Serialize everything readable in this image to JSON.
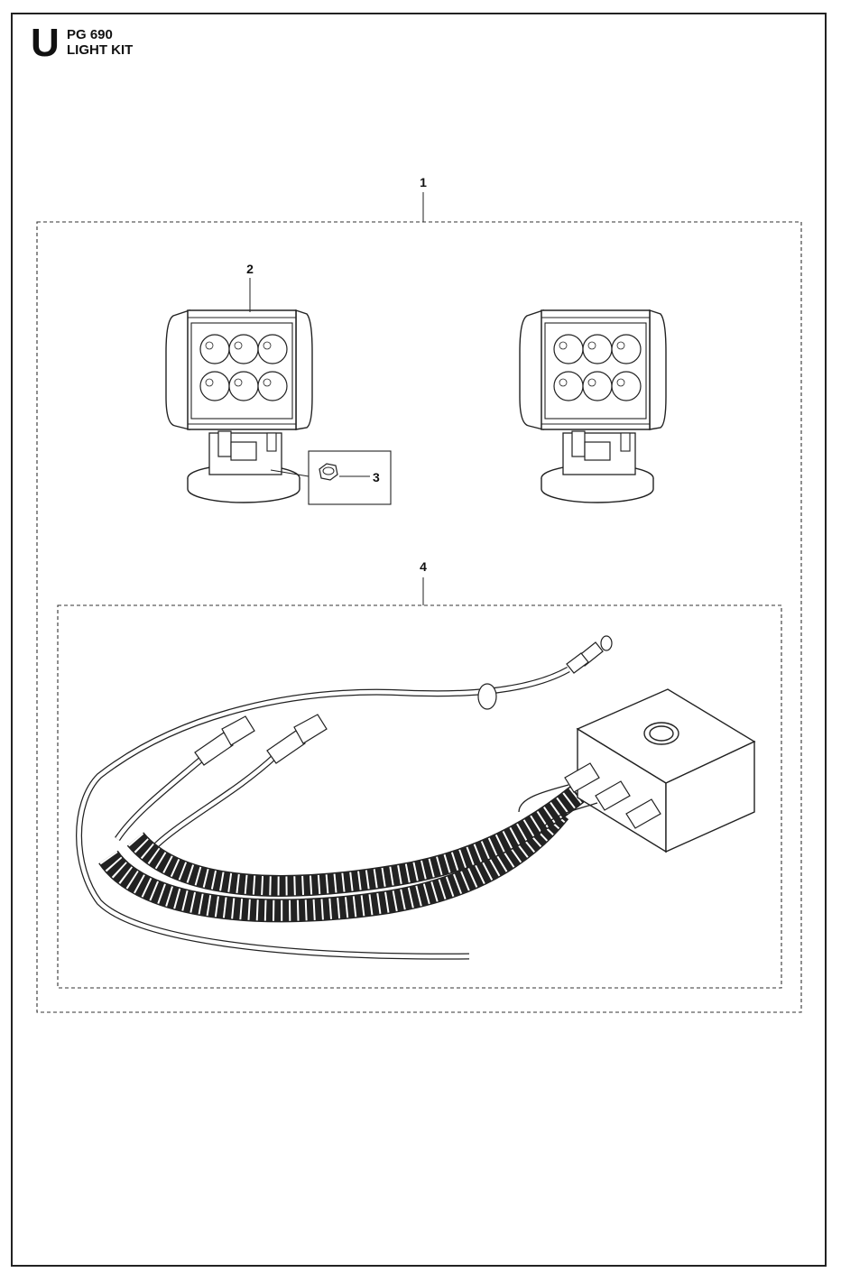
{
  "header": {
    "section_letter": "U",
    "model": "PG 690",
    "title": "LIGHT KIT"
  },
  "callouts": [
    {
      "number": "1",
      "part": "light kit assembly"
    },
    {
      "number": "2",
      "part": "LED work light"
    },
    {
      "number": "3",
      "part": "nut"
    },
    {
      "number": "4",
      "part": "wiring harness with switch box"
    }
  ],
  "icons": [
    "led-work-light-icon",
    "nut-icon",
    "switch-box-icon",
    "coiled-cable-icon",
    "connector-icon"
  ]
}
